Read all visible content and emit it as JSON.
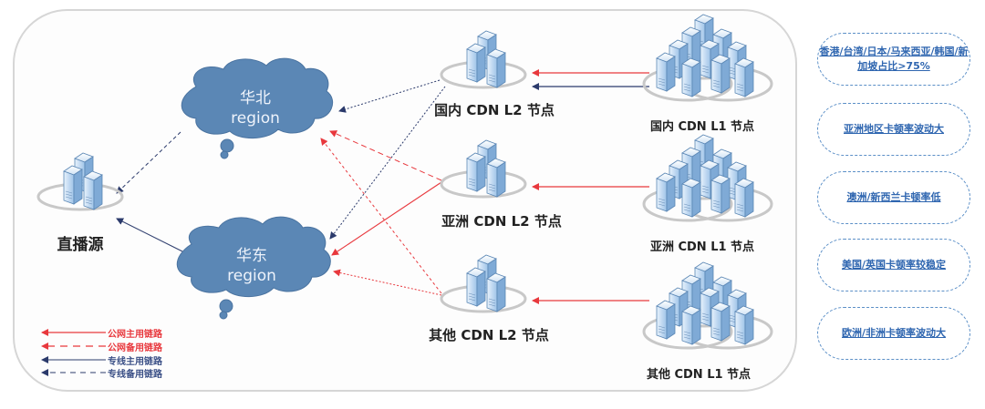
{
  "source": {
    "label": "直播源"
  },
  "regions": [
    {
      "name": "华北",
      "sub": "region"
    },
    {
      "name": "华东",
      "sub": "region"
    }
  ],
  "l2_nodes": [
    {
      "label": "国内 CDN L2 节点"
    },
    {
      "label": "亚洲 CDN L2 节点"
    },
    {
      "label": "其他 CDN L2 节点"
    }
  ],
  "l1_nodes": [
    {
      "label": "国内 CDN L1 节点"
    },
    {
      "label": "亚洲 CDN L1 节点"
    },
    {
      "label": "其他 CDN L1 节点"
    }
  ],
  "legend": [
    {
      "label": "公网主用链路",
      "color": "#e8383d",
      "style": "solid"
    },
    {
      "label": "公网备用链路",
      "color": "#e8383d",
      "style": "dashed"
    },
    {
      "label": "专线主用链路",
      "color": "#2b3a6b",
      "style": "solid"
    },
    {
      "label": "专线备用链路",
      "color": "#2b3a6b",
      "style": "dashed"
    }
  ],
  "notes": [
    {
      "text": "香港/台湾/日本/马来西亚/韩国/新加坡占比>75%"
    },
    {
      "text": "亚洲地区卡顿率波动大"
    },
    {
      "text": "澳洲/新西兰卡顿率低"
    },
    {
      "text": "美国/英国卡顿率较稳定"
    },
    {
      "text": "欧洲/非洲卡顿率波动大"
    }
  ],
  "colors": {
    "public_link": "#e8383d",
    "private_link": "#2b3a6b",
    "cloud_fill": "#5b87b5",
    "note_text": "#2f66b0"
  }
}
